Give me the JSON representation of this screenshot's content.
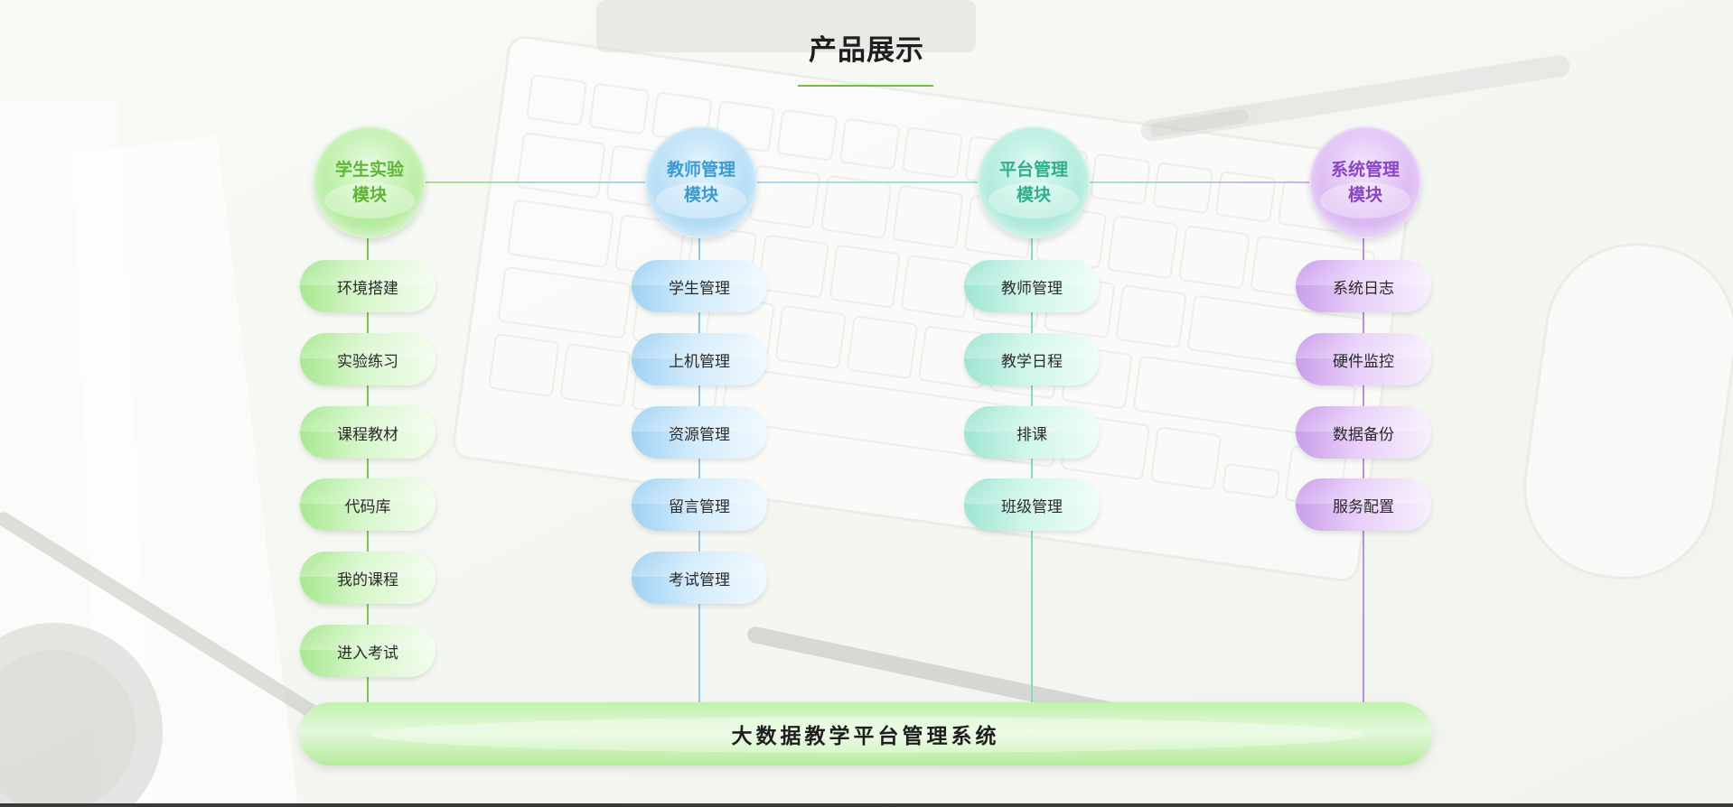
{
  "header": {
    "title": "产品展示"
  },
  "colors": {
    "green": "#76b947",
    "blue": "#5aaee0",
    "teal": "#4fcaa8",
    "purple": "#a46fd6"
  },
  "modules": [
    {
      "title": "学生实验\n模块",
      "color": "green",
      "items": [
        "环境搭建",
        "实验练习",
        "课程教材",
        "代码库",
        "我的课程",
        "进入考试"
      ]
    },
    {
      "title": "教师管理\n模块",
      "color": "blue",
      "items": [
        "学生管理",
        "上机管理",
        "资源管理",
        "留言管理",
        "考试管理"
      ]
    },
    {
      "title": "平台管理\n模块",
      "color": "teal",
      "items": [
        "教师管理",
        "教学日程",
        "排课",
        "班级管理"
      ]
    },
    {
      "title": "系统管理\n模块",
      "color": "purple",
      "items": [
        "系统日志",
        "硬件监控",
        "数据备份",
        "服务配置"
      ]
    }
  ],
  "base": {
    "label": "大数据教学平台管理系统"
  }
}
